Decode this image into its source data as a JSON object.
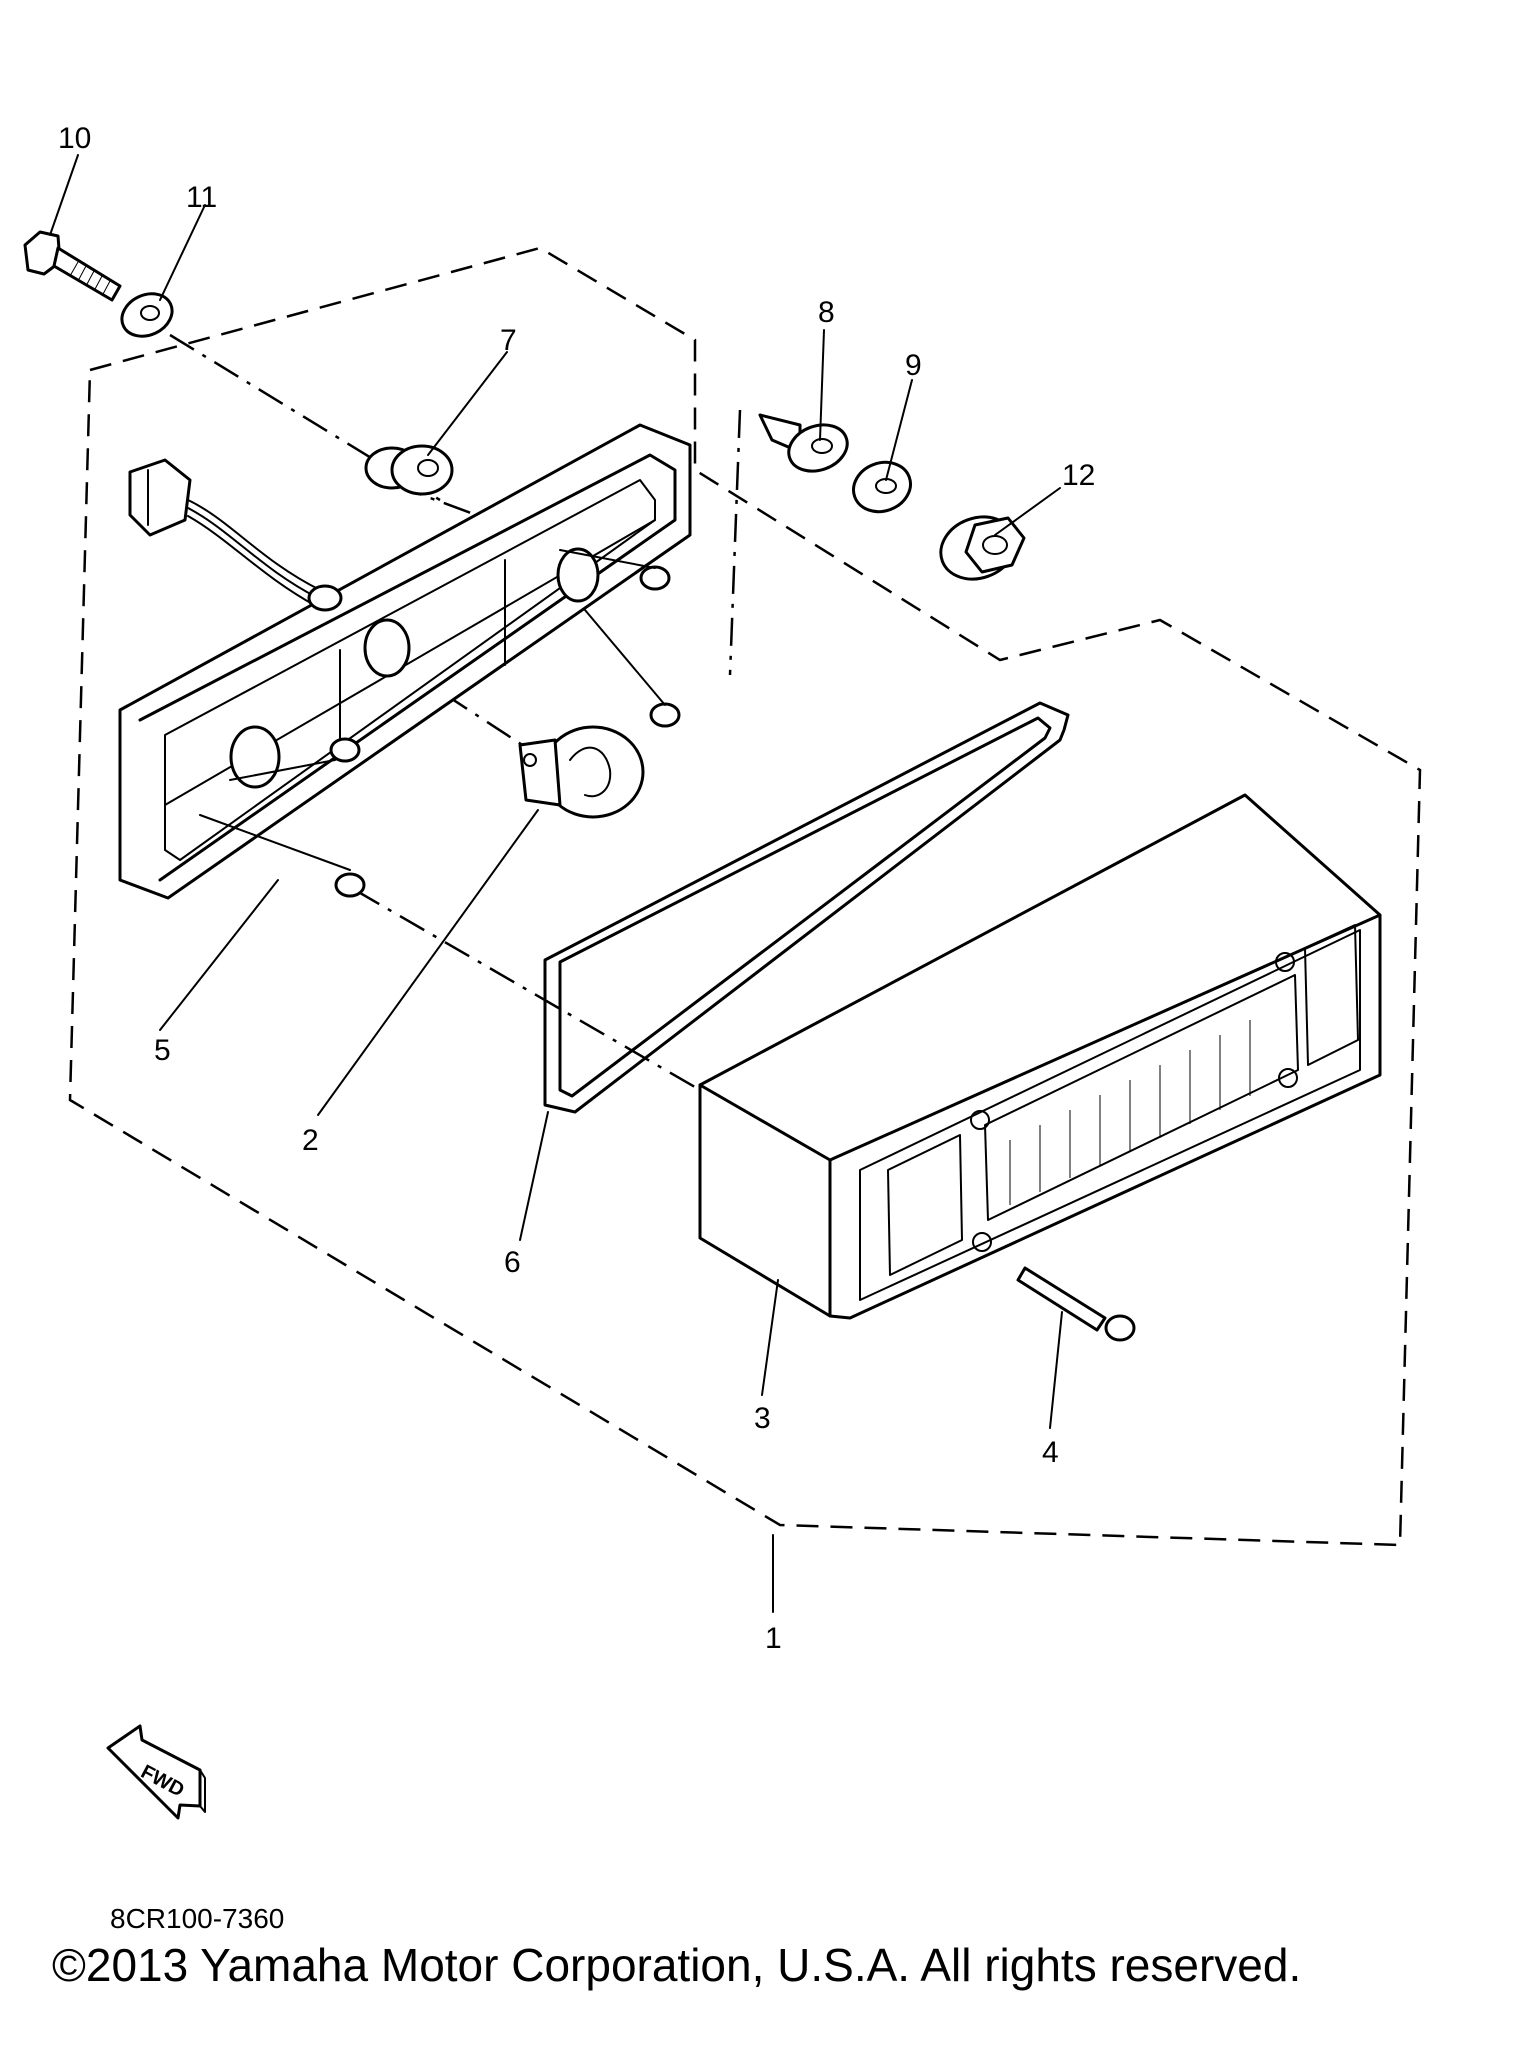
{
  "part_labels": [
    {
      "id": "1",
      "text": "1"
    },
    {
      "id": "2",
      "text": "2"
    },
    {
      "id": "3",
      "text": "3"
    },
    {
      "id": "4",
      "text": "4"
    },
    {
      "id": "5",
      "text": "5"
    },
    {
      "id": "6",
      "text": "6"
    },
    {
      "id": "7",
      "text": "7"
    },
    {
      "id": "8",
      "text": "8"
    },
    {
      "id": "9",
      "text": "9"
    },
    {
      "id": "10",
      "text": "10"
    },
    {
      "id": "11",
      "text": "11"
    },
    {
      "id": "12",
      "text": "12"
    }
  ],
  "fwd_label": "FWD",
  "reference_code": "8CR100-7360",
  "copyright": "©2013 Yamaha Motor Corporation, U.S.A. All rights reserved."
}
